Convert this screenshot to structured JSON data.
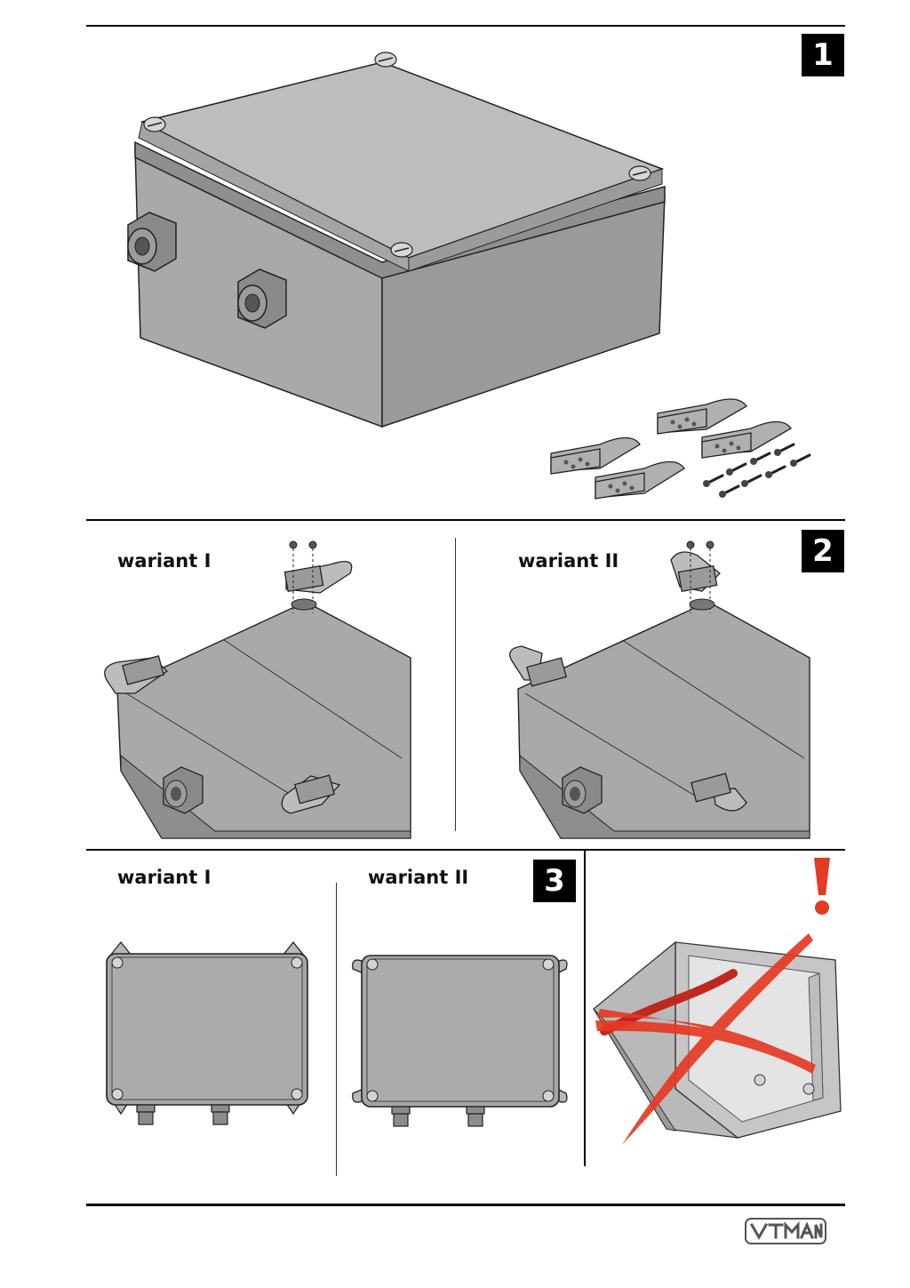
{
  "steps": [
    {
      "number": "1"
    },
    {
      "number": "2",
      "variants": [
        "wariant I",
        "wariant II"
      ]
    },
    {
      "number": "3",
      "variants": [
        "wariant I",
        "wariant II"
      ]
    }
  ],
  "warning": {
    "symbol": "!"
  },
  "colors": {
    "box": "#a8a8a8",
    "box_dark": "#8c8c8c",
    "box_light": "#c4c4c4",
    "cross": "#e53a23",
    "cable": "#c0281e"
  },
  "icons": [
    "junction-box-icon",
    "mounting-bracket-icon",
    "screw-icon",
    "cable-gland-icon",
    "warning-exclamation-icon",
    "cross-mark-icon",
    "brand-logo-icon"
  ]
}
